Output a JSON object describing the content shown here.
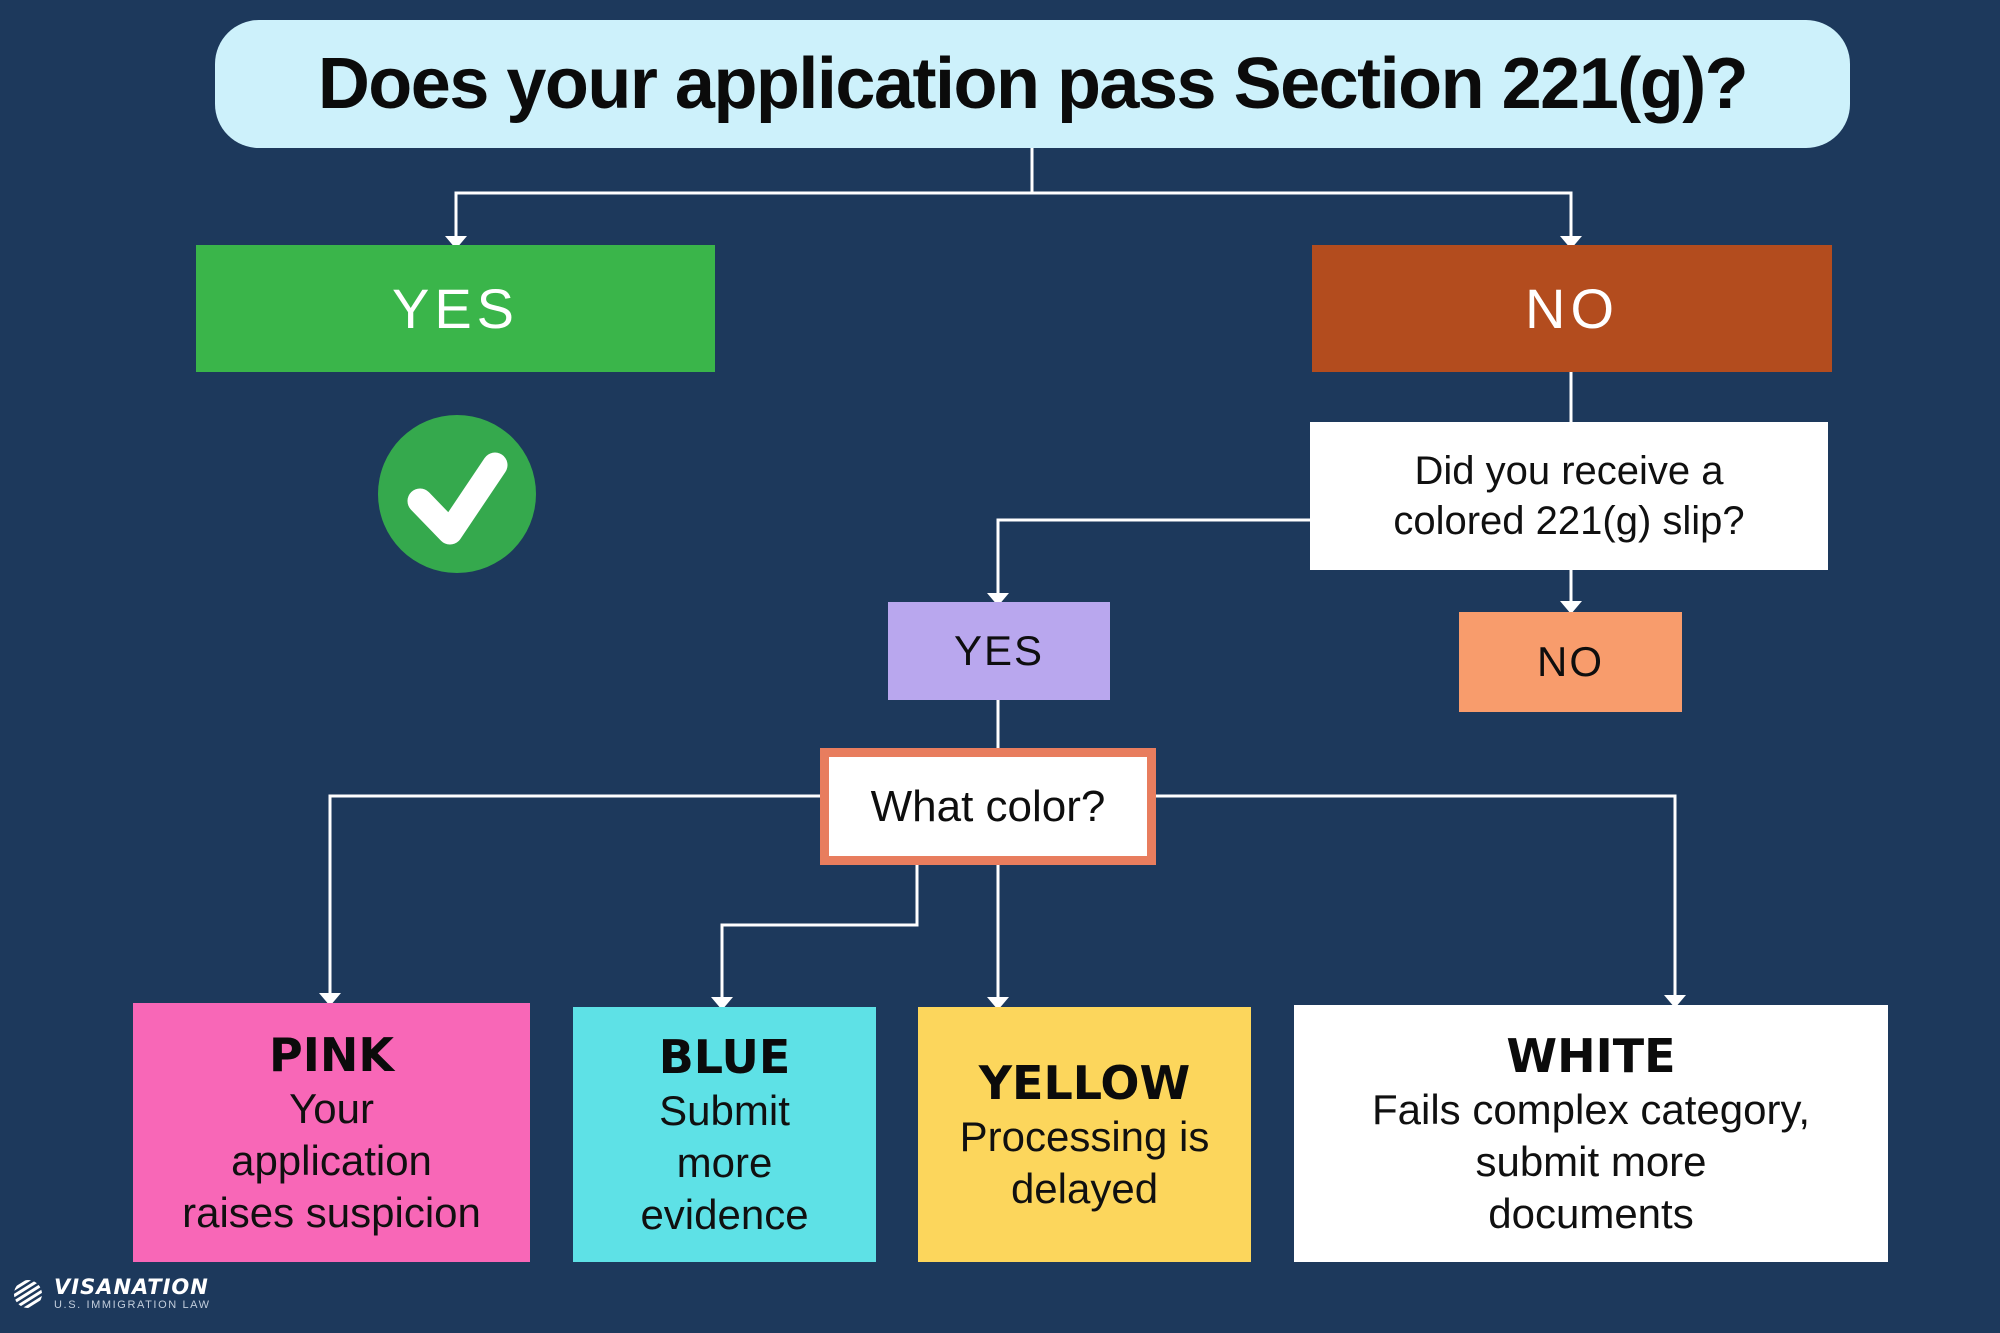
{
  "background_color": "#1d395c",
  "line_color": "#ffffff",
  "title": {
    "text": "Does your application pass Section 221(g)?",
    "bg": "#cdf1fb"
  },
  "branch_yes": {
    "label": "YES",
    "bg": "#3ab54a"
  },
  "branch_no": {
    "label": "NO",
    "bg": "#b34c1e"
  },
  "check": {
    "icon": "check-icon",
    "circle_color": "#35a94d",
    "mark_color": "#ffffff"
  },
  "slip_question": {
    "lines": [
      "Did you receive a",
      "colored 221(g) slip?"
    ],
    "bg": "#ffffff"
  },
  "slip_yes": {
    "label": "YES",
    "bg": "#b9a7ee"
  },
  "slip_no": {
    "label": "NO",
    "bg": "#f89c6c"
  },
  "color_question": {
    "text": "What color?",
    "border": "#e87d5e",
    "bg": "#ffffff"
  },
  "outcomes": {
    "pink": {
      "label": "PINK",
      "lines": [
        "Your",
        "application",
        "raises suspicion"
      ],
      "bg": "#f867b7"
    },
    "blue": {
      "label": "BLUE",
      "lines": [
        "Submit",
        "more",
        "evidence"
      ],
      "bg": "#5ee1e6"
    },
    "yellow": {
      "label": "YELLOW",
      "lines": [
        "Processing is",
        "delayed"
      ],
      "bg": "#fcd65c"
    },
    "white": {
      "label": "WHITE",
      "lines": [
        "Fails complex category,",
        "submit more",
        "documents"
      ],
      "bg": "#ffffff"
    }
  },
  "logo": {
    "icon": "visanation-globe-icon",
    "name": "VISANATION",
    "tagline": "U.S. IMMIGRATION LAW"
  }
}
